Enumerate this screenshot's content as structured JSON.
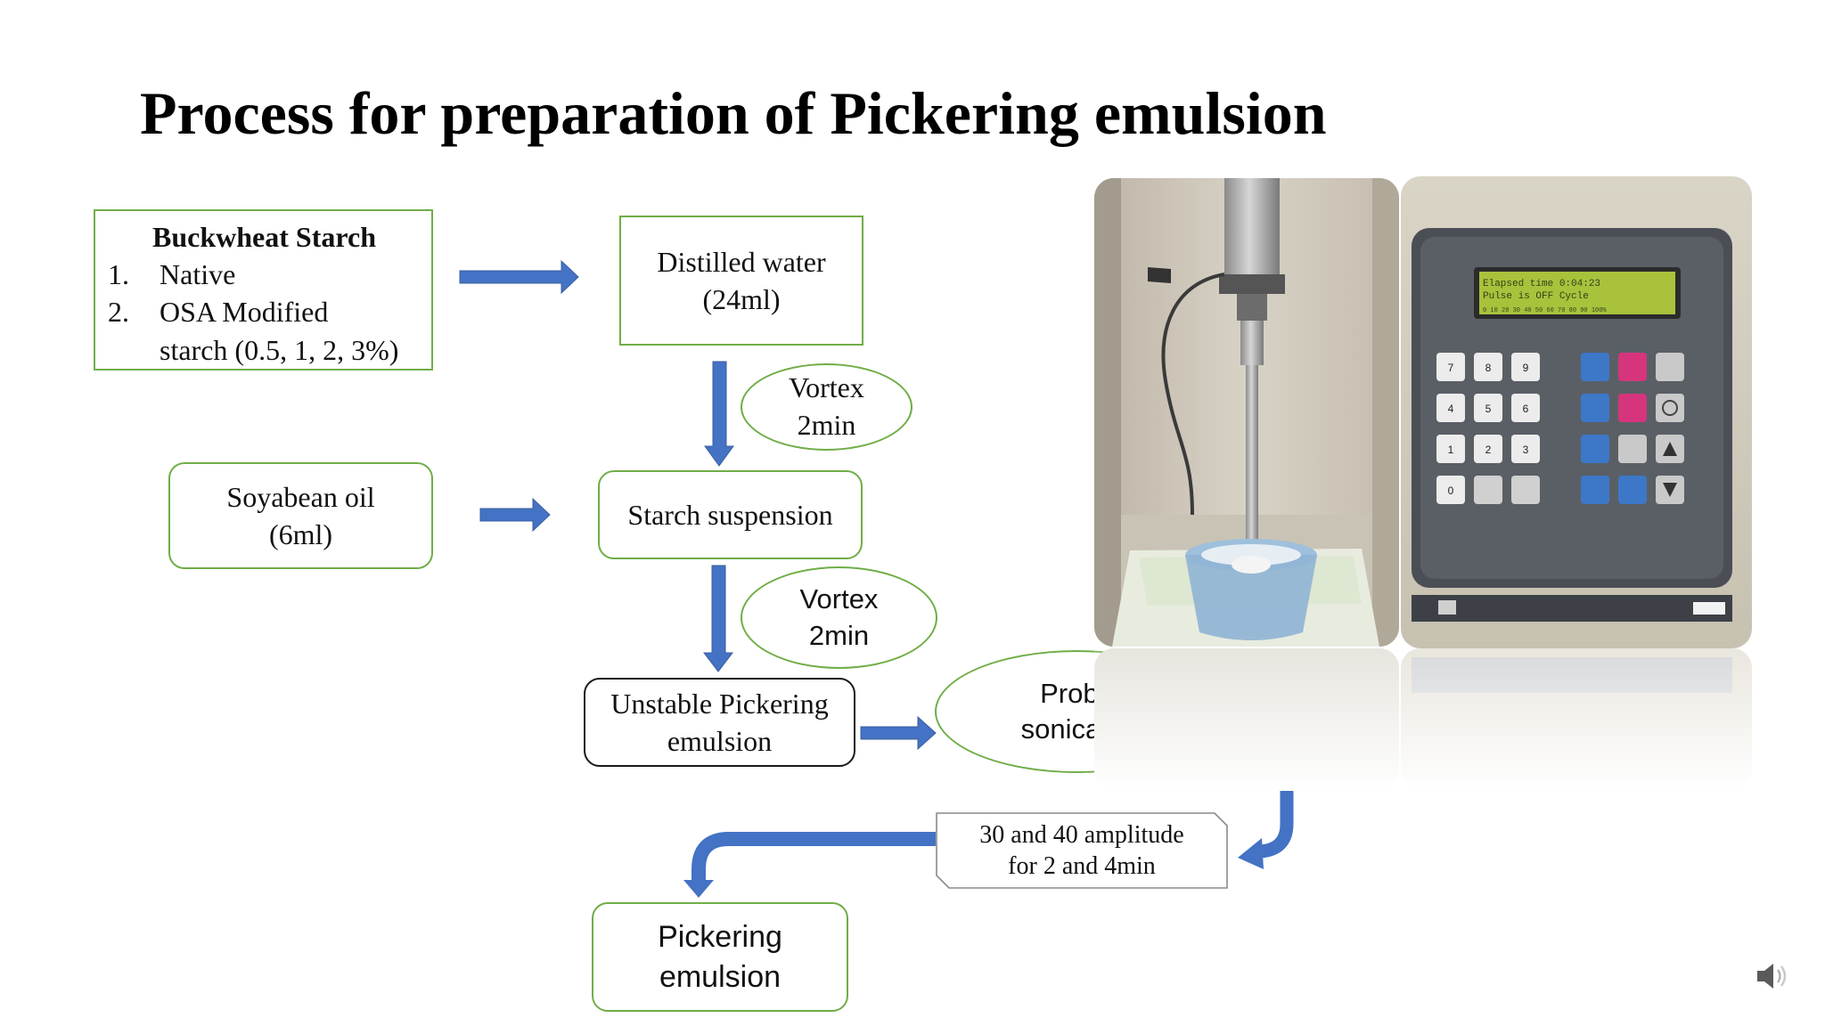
{
  "title": "Process for preparation of Pickering emulsion",
  "boxes": {
    "starch": {
      "heading": "Buckwheat Starch",
      "items": [
        {
          "num": "1.",
          "text": "Native"
        },
        {
          "num": "2.",
          "text": "OSA Modified"
        }
      ],
      "continuation": "starch (0.5, 1, 2, 3%)"
    },
    "water": {
      "line1": "Distilled water",
      "line2": "(24ml)"
    },
    "soy": {
      "line1": "Soyabean oil",
      "line2": "(6ml)"
    },
    "suspension": {
      "label": "Starch suspension"
    },
    "unstable": {
      "line1": "Unstable Pickering",
      "line2": "emulsion"
    },
    "final": {
      "line1": "Pickering",
      "line2": "emulsion"
    }
  },
  "ellipses": {
    "vortex1": {
      "line1": "Vortex",
      "line2": "2min"
    },
    "vortex2": {
      "line1": "Vortex",
      "line2": "2min"
    },
    "probe": {
      "line1": "Probe",
      "line2": "sonicator"
    }
  },
  "amplitude": {
    "line1": "30 and 40 amplitude",
    "line2": "for 2 and 4min"
  },
  "display": {
    "line1": "Elapsed time 0:04:23",
    "line2": "Pulse is OFF Cycle",
    "scale": "0 10 20 30 40 50 60 70 80 90 100%"
  },
  "keypad": [
    "7",
    "8",
    "9",
    "4",
    "5",
    "6",
    "1",
    "2",
    "3",
    "0"
  ],
  "colors": {
    "arrow": "#4472C4",
    "box_border": "#70AD47",
    "text": "#111111"
  },
  "icons": {
    "speaker": "speaker-icon"
  }
}
